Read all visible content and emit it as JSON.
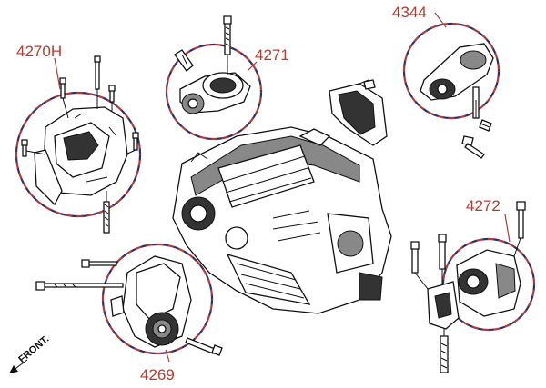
{
  "callouts": {
    "c4270h": "4270H",
    "c4271": "4271",
    "c4344": "4344",
    "c4272": "4272",
    "c4269": "4269"
  },
  "front_label": "FRONT.",
  "colors": {
    "callout_text": "#c0392b",
    "circle_dash_a": "#2a2f6e",
    "circle_dash_b": "#b03a3a"
  }
}
